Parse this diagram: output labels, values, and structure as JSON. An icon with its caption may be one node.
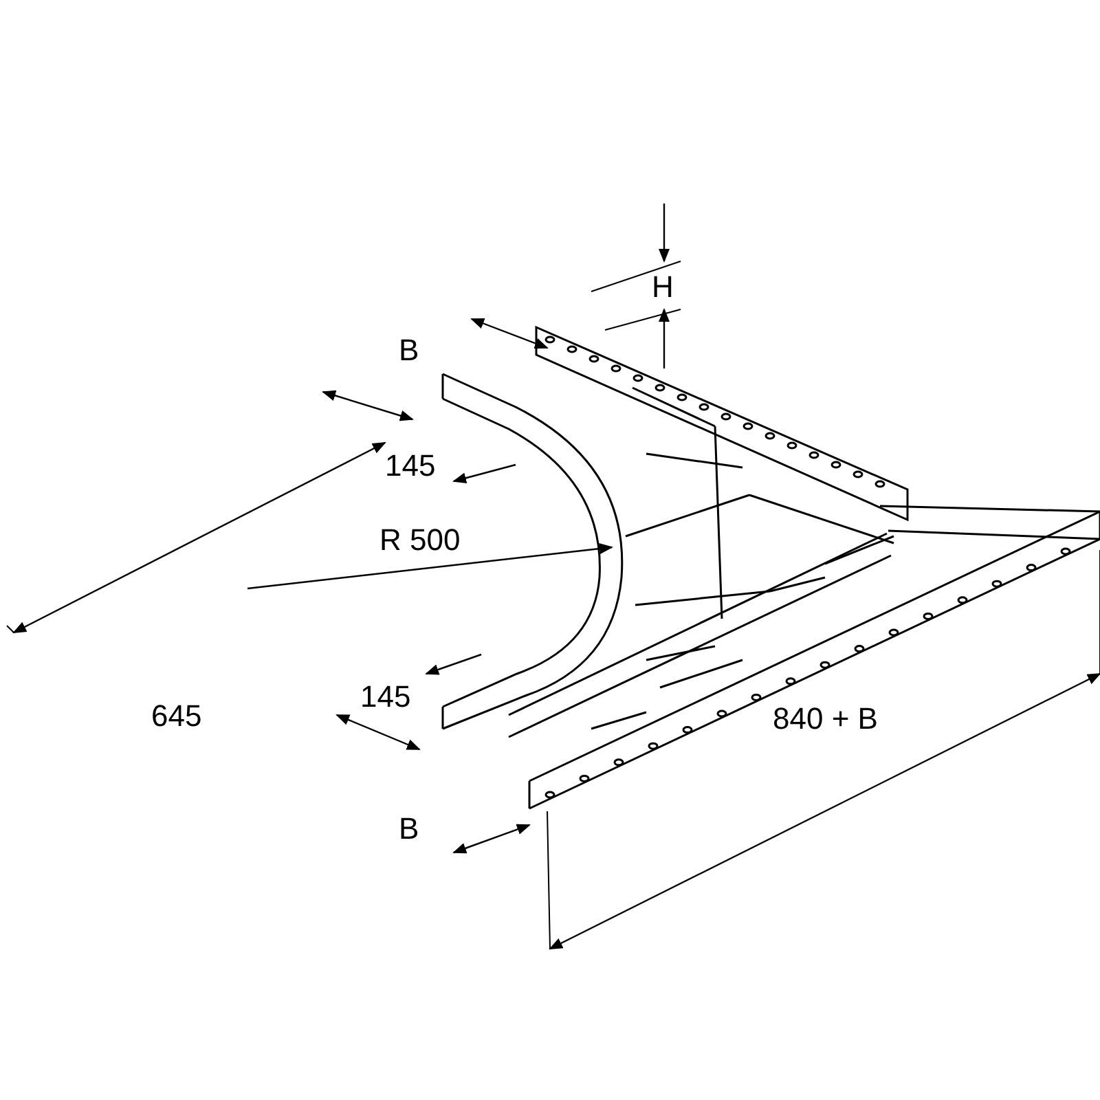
{
  "diagram": {
    "labels": [
      "H",
      "B",
      "145",
      "R 500",
      "145",
      "645",
      "840 + B",
      "B"
    ]
  }
}
